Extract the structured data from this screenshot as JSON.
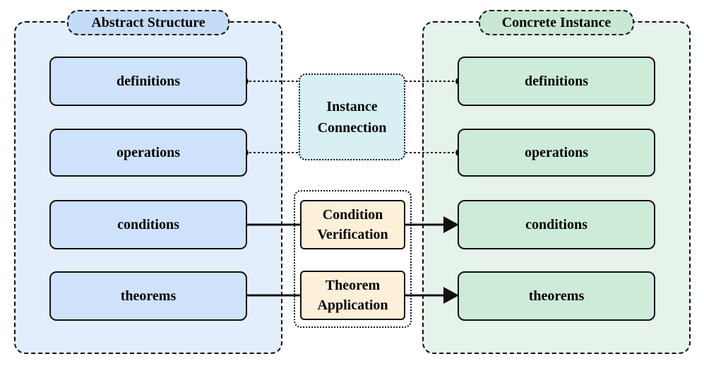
{
  "left_group": {
    "title": "Abstract Structure",
    "items": [
      "definitions",
      "operations",
      "conditions",
      "theorems"
    ]
  },
  "right_group": {
    "title": "Concrete Instance",
    "items": [
      "definitions",
      "operations",
      "conditions",
      "theorems"
    ]
  },
  "instance_connection": {
    "line1": "Instance",
    "line2": "Connection"
  },
  "steps": [
    {
      "line1": "Condition",
      "line2": "Verification"
    },
    {
      "line1": "Theorem",
      "line2": "Application"
    }
  ],
  "colors": {
    "left_panel": "#e3eefc",
    "left_node": "#cfe2fb",
    "right_panel": "#e5f3ea",
    "right_node": "#cdebd9",
    "instance_box": "#d8f0f3",
    "step_box": "#fdf0d8"
  }
}
